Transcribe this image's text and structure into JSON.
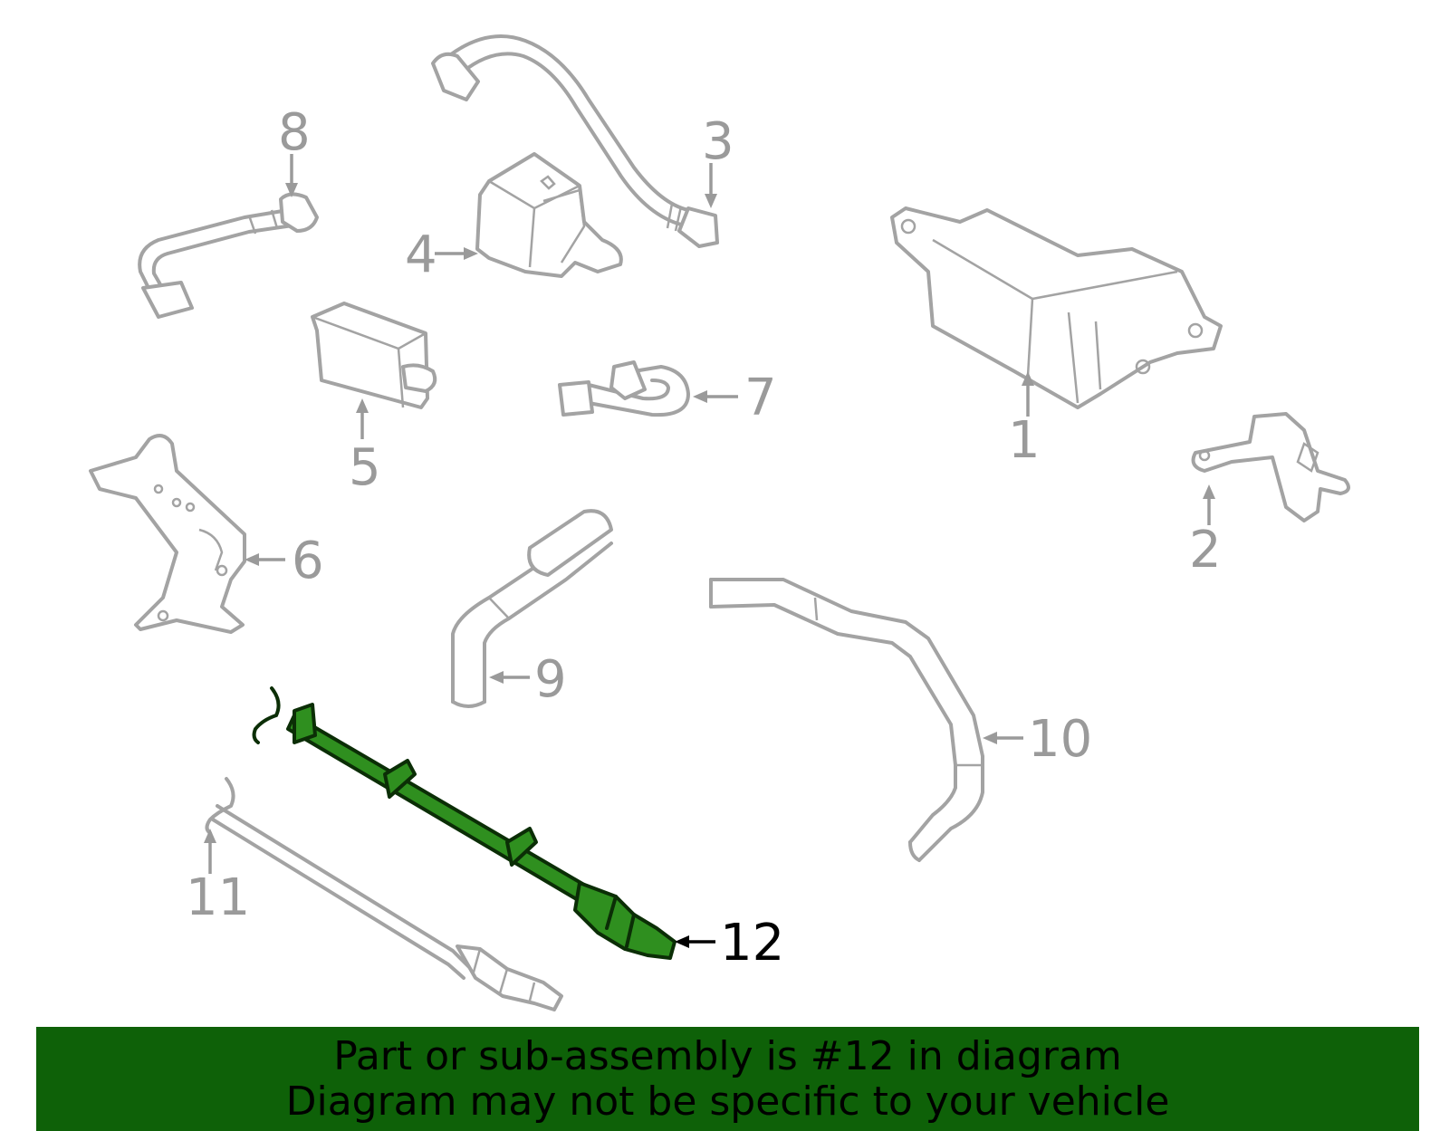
{
  "diagram": {
    "callouts": [
      {
        "id": "1",
        "label": "1"
      },
      {
        "id": "2",
        "label": "2"
      },
      {
        "id": "3",
        "label": "3"
      },
      {
        "id": "4",
        "label": "4"
      },
      {
        "id": "5",
        "label": "5"
      },
      {
        "id": "6",
        "label": "6"
      },
      {
        "id": "7",
        "label": "7"
      },
      {
        "id": "8",
        "label": "8"
      },
      {
        "id": "9",
        "label": "9"
      },
      {
        "id": "10",
        "label": "10"
      },
      {
        "id": "11",
        "label": "11"
      },
      {
        "id": "12",
        "label": "12"
      }
    ],
    "highlighted_part": "12",
    "colors": {
      "part_outline": "#a3a3a3",
      "callout_text": "#9a9a9a",
      "highlight_fill": "#2f8f1f",
      "highlight_outline": "#0b2e06",
      "banner_background": "#0e6108"
    }
  },
  "banner": {
    "line1": "Part or sub-assembly is #12 in diagram",
    "line2": "Diagram may not be specific to your vehicle"
  }
}
